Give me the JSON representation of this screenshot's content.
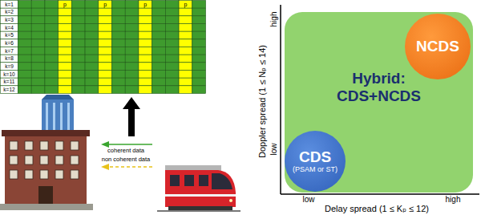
{
  "diagram": {
    "nodes": [
      {
        "text": [
          "Hybrid: CDS+NCDS"
        ]
      },
      {
        "text": [
          "NCDS"
        ],
        "in": 0
      },
      {
        "text": [
          "CDS",
          "(PSAM or ST)"
        ],
        "in": 0
      }
    ],
    "labels": [
      "k=1",
      "k=2",
      "k=3",
      "k=4",
      "k=5",
      "k=6",
      "k=7",
      "k=8",
      "k=9",
      "k=10",
      "k=11",
      "k=12",
      "p",
      "p",
      "p",
      "p",
      "coherent data",
      "non coherent data",
      "high",
      "low",
      "Doppler spread (1 ≤ Nₚ ≤ 14)",
      "low",
      "high",
      "Delay spread (1 ≤ Kₚ ≤ 12)"
    ]
  }
}
